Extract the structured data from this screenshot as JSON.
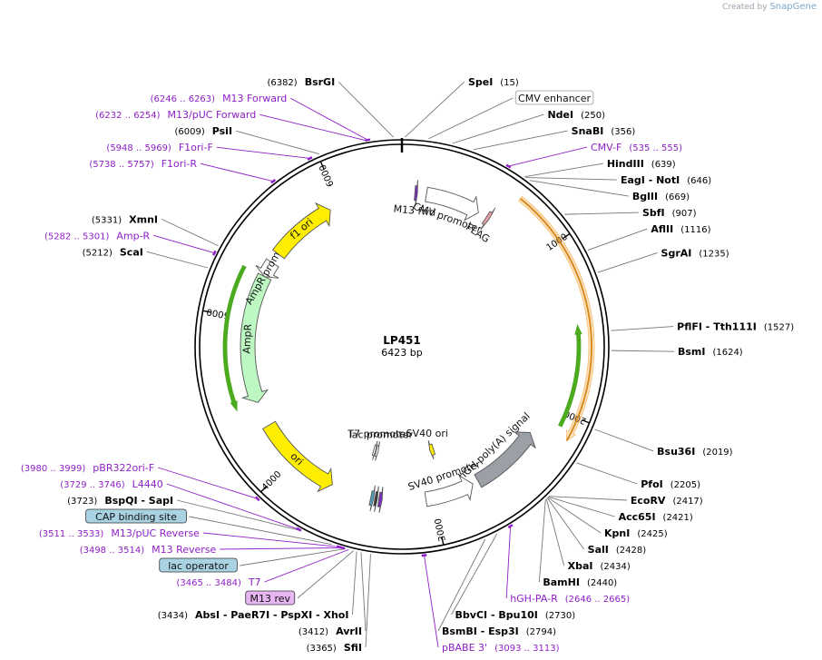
{
  "plasmid": {
    "name": "LP451",
    "size_label": "6423 bp",
    "bp": 6423
  },
  "credit": {
    "prefix": "Created by",
    "brand": "SnapGene"
  },
  "ticks": [
    {
      "pos": 1000,
      "label": "1000"
    },
    {
      "pos": 2000,
      "label": "2000"
    },
    {
      "pos": 3000,
      "label": "3000"
    },
    {
      "pos": 4000,
      "label": "4000"
    },
    {
      "pos": 5000,
      "label": "5000"
    },
    {
      "pos": 6000,
      "label": "6000"
    }
  ],
  "features": [
    {
      "name": "M13 fwd",
      "start": 86,
      "end": 103,
      "dir": 1,
      "color": "#7b2fc0",
      "lane": 2
    },
    {
      "name": "CMV promoter",
      "start": 163,
      "end": 530,
      "dir": 1,
      "color": "#ffffff",
      "lane": 2
    },
    {
      "name": "FLAG",
      "start": 590,
      "end": 613,
      "dir": 1,
      "color": "#e8a0a8",
      "lane": 2
    },
    {
      "name": "",
      "start": 690,
      "end": 2135,
      "dir": 1,
      "color": "#f7b861",
      "lane": 0
    },
    {
      "name": "",
      "start": 1480,
      "end": 2080,
      "dir": -1,
      "color": "#4caa1e",
      "lane": 1
    },
    {
      "name": "hGH poly(A) signal",
      "start": 2208,
      "end": 2684,
      "dir": -1,
      "color": "#9aa0a6",
      "lane": 2
    },
    {
      "name": "SV40 promoter",
      "start": 2723,
      "end": 3052,
      "dir": -1,
      "color": "#ffffff",
      "lane": 2
    },
    {
      "name": "SV40 ori",
      "start": 2906,
      "end": 2942,
      "dir": 1,
      "color": "#ffee00",
      "lane": 3
    },
    {
      "name": "",
      "start": 3343,
      "end": 3365,
      "dir": -1,
      "color": "#7b2fc0",
      "lane": 2
    },
    {
      "name": "",
      "start": 3375,
      "end": 3392,
      "dir": -1,
      "color": "#3a3a3a",
      "lane": 2
    },
    {
      "name": "",
      "start": 3400,
      "end": 3420,
      "dir": -1,
      "color": "#4fa3bf",
      "lane": 2
    },
    {
      "name": "T7 promoter",
      "start": 3465,
      "end": 3484,
      "dir": -1,
      "color": "#ffffff",
      "lane": 3
    },
    {
      "name": "lac promoter",
      "start": 3440,
      "end": 3460,
      "dir": -1,
      "color": "#ffffff",
      "lane": 3
    },
    {
      "name": "ori",
      "start": 3690,
      "end": 4273,
      "dir": -1,
      "color": "#ffee00",
      "lane": 2
    },
    {
      "name": "AmpR",
      "start": 4440,
      "end": 5300,
      "dir": -1,
      "color": "#bdf7c2",
      "lane": 2
    },
    {
      "name": "",
      "start": 4440,
      "end": 5300,
      "dir": -1,
      "color": "#4caa1e",
      "lane": 1
    },
    {
      "name": "AmpR promoter",
      "start": 5300,
      "end": 5405,
      "dir": -1,
      "color": "#ffffff",
      "lane": 2
    },
    {
      "name": "f1 ori",
      "start": 5475,
      "end": 5930,
      "dir": 1,
      "color": "#ffee00",
      "lane": 2
    }
  ],
  "primer_marks": [
    {
      "pos": 6255
    },
    {
      "pos": 5958
    },
    {
      "pos": 5747
    },
    {
      "pos": 5291
    },
    {
      "pos": 545
    },
    {
      "pos": 3103
    },
    {
      "pos": 2655
    },
    {
      "pos": 3989
    },
    {
      "pos": 3737
    },
    {
      "pos": 3522
    },
    {
      "pos": 3506
    }
  ],
  "labels": [
    {
      "text": "BsrGI",
      "pre": "(6382)",
      "post": "",
      "pos": 6382,
      "kind": "enzyme"
    },
    {
      "text": "SpeI",
      "pre": "",
      "post": "(15)",
      "pos": 15,
      "kind": "enzyme"
    },
    {
      "text": "CMV enhancer",
      "pre": "",
      "post": "",
      "pos": 130,
      "kind": "box-white"
    },
    {
      "text": "NdeI",
      "pre": "",
      "post": "(250)",
      "pos": 250,
      "kind": "enzyme"
    },
    {
      "text": "SnaBI",
      "pre": "",
      "post": "(356)",
      "pos": 356,
      "kind": "enzyme"
    },
    {
      "text": "CMV-F",
      "pre": "",
      "post": "(535 .. 555)",
      "pos": 545,
      "kind": "primer"
    },
    {
      "text": "HindIII",
      "pre": "",
      "post": "(639)",
      "pos": 639,
      "kind": "enzyme"
    },
    {
      "text": "EagI  - NotI",
      "pre": "",
      "post": "(646)",
      "pos": 646,
      "kind": "enzyme"
    },
    {
      "text": "BglII",
      "pre": "",
      "post": "(669)",
      "pos": 669,
      "kind": "enzyme"
    },
    {
      "text": "SbfI",
      "pre": "",
      "post": "(907)",
      "pos": 907,
      "kind": "enzyme"
    },
    {
      "text": "AflII",
      "pre": "",
      "post": "(1116)",
      "pos": 1116,
      "kind": "enzyme"
    },
    {
      "text": "SgrAI",
      "pre": "",
      "post": "(1235)",
      "pos": 1235,
      "kind": "enzyme"
    },
    {
      "text": "PflFI  - Tth111I",
      "pre": "",
      "post": "(1527)",
      "pos": 1527,
      "kind": "enzyme"
    },
    {
      "text": "BsmI",
      "pre": "",
      "post": "(1624)",
      "pos": 1624,
      "kind": "enzyme"
    },
    {
      "text": "Bsu36I",
      "pre": "",
      "post": "(2019)",
      "pos": 2019,
      "kind": "enzyme"
    },
    {
      "text": "PfoI",
      "pre": "",
      "post": "(2205)",
      "pos": 2205,
      "kind": "enzyme"
    },
    {
      "text": "EcoRV",
      "pre": "",
      "post": "(2417)",
      "pos": 2417,
      "kind": "enzyme"
    },
    {
      "text": "Acc65I",
      "pre": "",
      "post": "(2421)",
      "pos": 2421,
      "kind": "enzyme"
    },
    {
      "text": "KpnI",
      "pre": "",
      "post": "(2425)",
      "pos": 2425,
      "kind": "enzyme"
    },
    {
      "text": "SalI",
      "pre": "",
      "post": "(2428)",
      "pos": 2428,
      "kind": "enzyme"
    },
    {
      "text": "XbaI",
      "pre": "",
      "post": "(2434)",
      "pos": 2434,
      "kind": "enzyme"
    },
    {
      "text": "BamHI",
      "pre": "",
      "post": "(2440)",
      "pos": 2440,
      "kind": "enzyme"
    },
    {
      "text": "hGH-PA-R",
      "pre": "",
      "post": "(2646 .. 2665)",
      "pos": 2655,
      "kind": "primer"
    },
    {
      "text": "BbvCI  - Bpu10I",
      "pre": "",
      "post": "(2730)",
      "pos": 2730,
      "kind": "enzyme"
    },
    {
      "text": "BsmBI  - Esp3I",
      "pre": "",
      "post": "(2794)",
      "pos": 2794,
      "kind": "enzyme"
    },
    {
      "text": "pBABE 3'",
      "pre": "",
      "post": "(3093 .. 3113)",
      "pos": 3103,
      "kind": "primer"
    },
    {
      "text": "SfiI",
      "pre": "(3365)",
      "post": "",
      "pos": 3365,
      "kind": "enzyme"
    },
    {
      "text": "AvrII",
      "pre": "(3412)",
      "post": "",
      "pos": 3412,
      "kind": "enzyme"
    },
    {
      "text": "AbsI  - PaeR7I  - PspXI  - XhoI",
      "pre": "(3434)",
      "post": "",
      "pos": 3434,
      "kind": "enzyme"
    },
    {
      "text": "T7",
      "pre": "(3465 .. 3484)",
      "post": "",
      "pos": 3474,
      "kind": "primer"
    },
    {
      "text": "M13 rev",
      "pre": "",
      "post": "",
      "pos": 3450,
      "kind": "box-purple"
    },
    {
      "text": "M13 Reverse",
      "pre": "(3498 .. 3514)",
      "post": "",
      "pos": 3506,
      "kind": "primer"
    },
    {
      "text": "lac operator",
      "pre": "",
      "post": "",
      "pos": 3490,
      "kind": "box-teal"
    },
    {
      "text": "M13/pUC Reverse",
      "pre": "(3511 .. 3533)",
      "post": "",
      "pos": 3522,
      "kind": "primer"
    },
    {
      "text": "CAP binding site",
      "pre": "",
      "post": "",
      "pos": 3560,
      "kind": "box-teal"
    },
    {
      "text": "BspQI  - SapI",
      "pre": "(3723)",
      "post": "",
      "pos": 3723,
      "kind": "enzyme"
    },
    {
      "text": "L4440",
      "pre": "(3729 .. 3746)",
      "post": "",
      "pos": 3737,
      "kind": "primer"
    },
    {
      "text": "pBR322ori-F",
      "pre": "(3980 .. 3999)",
      "post": "",
      "pos": 3989,
      "kind": "primer"
    },
    {
      "text": "ScaI",
      "pre": "(5212)",
      "post": "",
      "pos": 5212,
      "kind": "enzyme"
    },
    {
      "text": "Amp-R",
      "pre": "(5282 .. 5301)",
      "post": "",
      "pos": 5291,
      "kind": "primer"
    },
    {
      "text": "XmnI",
      "pre": "(5331)",
      "post": "",
      "pos": 5331,
      "kind": "enzyme"
    },
    {
      "text": "F1ori-R",
      "pre": "(5738 .. 5757)",
      "post": "",
      "pos": 5747,
      "kind": "primer"
    },
    {
      "text": "F1ori-F",
      "pre": "(5948 .. 5969)",
      "post": "",
      "pos": 5958,
      "kind": "primer"
    },
    {
      "text": "PsiI",
      "pre": "(6009)",
      "post": "",
      "pos": 6009,
      "kind": "enzyme"
    },
    {
      "text": "M13/pUC Forward",
      "pre": "(6232 .. 6254)",
      "post": "",
      "pos": 6243,
      "kind": "primer"
    },
    {
      "text": "M13 Forward",
      "pre": "(6246 .. 6263)",
      "post": "",
      "pos": 6255,
      "kind": "primer"
    }
  ]
}
